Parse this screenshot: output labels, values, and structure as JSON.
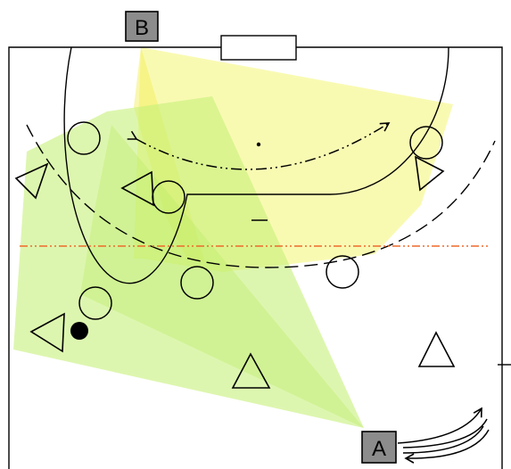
{
  "diagram": {
    "marker_b": {
      "label": "B"
    },
    "marker_a": {
      "label": "A"
    }
  },
  "colors": {
    "court_line": "#000000",
    "marker_fill": "#8c8c8c",
    "zone_b": "#f4f573",
    "zone_a": "#c7f07a",
    "midline": "#ee6a2c",
    "ball": "#000000"
  },
  "icons": {
    "attacker": "circle-outline",
    "defender": "triangle-outline",
    "ball": "filled-circle",
    "movement": "dash-dot-arrow",
    "rotation": "curved-arrows"
  }
}
